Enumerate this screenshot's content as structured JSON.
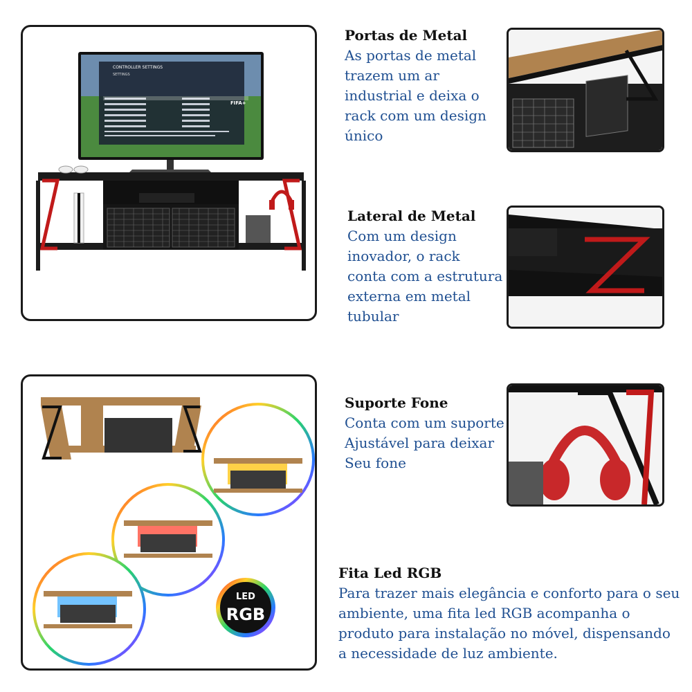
{
  "features": [
    {
      "title": "Portas de Metal",
      "lines": [
        "As portas de metal",
        "trazem um ar",
        "industrial e deixa o",
        "rack com um design",
        "único"
      ]
    },
    {
      "title": "Lateral de Metal",
      "lines": [
        "Com um design",
        "inovador, o rack",
        "conta com a estrutura",
        "externa em metal",
        "tubular"
      ]
    },
    {
      "title": "Suporte Fone",
      "lines": [
        "Conta com um suporte",
        "Ajustável para deixar",
        "Seu fone"
      ]
    },
    {
      "title": "Fita Led RGB",
      "lines": [
        "Para trazer mais elegância e conforto para o seu",
        "ambiente, uma fita led RGB acompanha o",
        "produto para instalação no móvel, dispensando",
        "a necessidade de luz ambiente."
      ]
    }
  ],
  "tv_screen": {
    "heading": "CONTROLLER SETTINGS",
    "subheading": "SETTINGS",
    "brand": "FIFA+"
  },
  "led_badge": {
    "line1": "LED",
    "line2": "RGB"
  },
  "colors": {
    "frame": "#1a1a1a",
    "accent_red": "#c01a1a",
    "wood": "#b0834f",
    "feature_text": "#1f4f91"
  }
}
